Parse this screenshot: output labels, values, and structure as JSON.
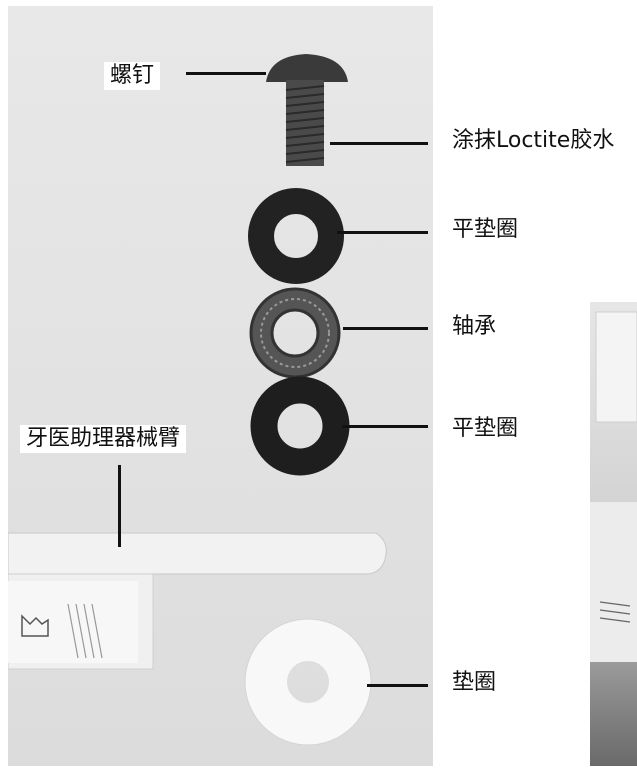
{
  "labels": {
    "screw": "螺钉",
    "loctite": "涂抹Loctite胶水",
    "flat_washer_1": "平垫圈",
    "bearing": "轴承",
    "flat_washer_2": "平垫圈",
    "arm": "牙医助理器械臂",
    "washer": "垫圈"
  },
  "colors": {
    "background": "#ffffff",
    "photo_bg": "#e3e3e3",
    "metal_dark": "#2b2b2b",
    "leader_line": "#111111"
  }
}
